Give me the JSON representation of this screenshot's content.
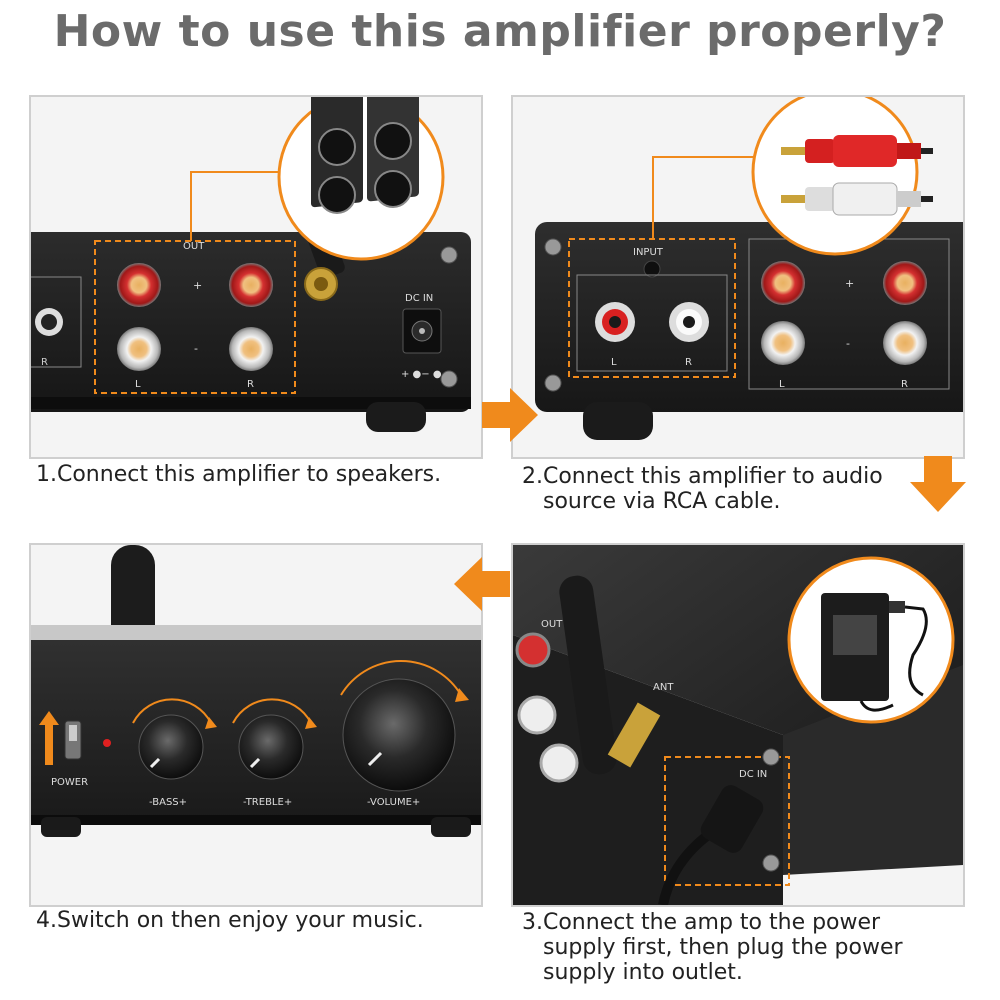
{
  "title": "How to use this amplifier properly?",
  "accent_color": "#f08a1c",
  "steps": [
    {
      "caption_lines": [
        "1.Connect this amplifier to speakers."
      ],
      "labels": {
        "out": "OUT",
        "plus": "+",
        "minus": "-",
        "left": "L",
        "right": "R",
        "right_edge": "R",
        "dc_in": "DC IN"
      }
    },
    {
      "caption_lines": [
        "2.Connect this amplifier to audio",
        "source via RCA cable."
      ],
      "labels": {
        "input": "INPUT",
        "left": "L",
        "right": "R",
        "plus": "+",
        "minus": "-",
        "out_left": "L",
        "out_right": "R"
      }
    },
    {
      "caption_lines": [
        "3.Connect the amp to the power",
        "supply first, then plug the power",
        "supply into outlet."
      ],
      "labels": {
        "out": "OUT",
        "ant": "ANT",
        "dc_in": "DC IN"
      }
    },
    {
      "caption_lines": [
        "4.Switch on then enjoy your music."
      ],
      "labels": {
        "power": "POWER",
        "bass": "-BASS+",
        "treble": "-TREBLE+",
        "volume": "-VOLUME+"
      }
    }
  ],
  "icons": [
    "right-arrow-icon",
    "down-arrow-icon",
    "left-arrow-icon"
  ]
}
